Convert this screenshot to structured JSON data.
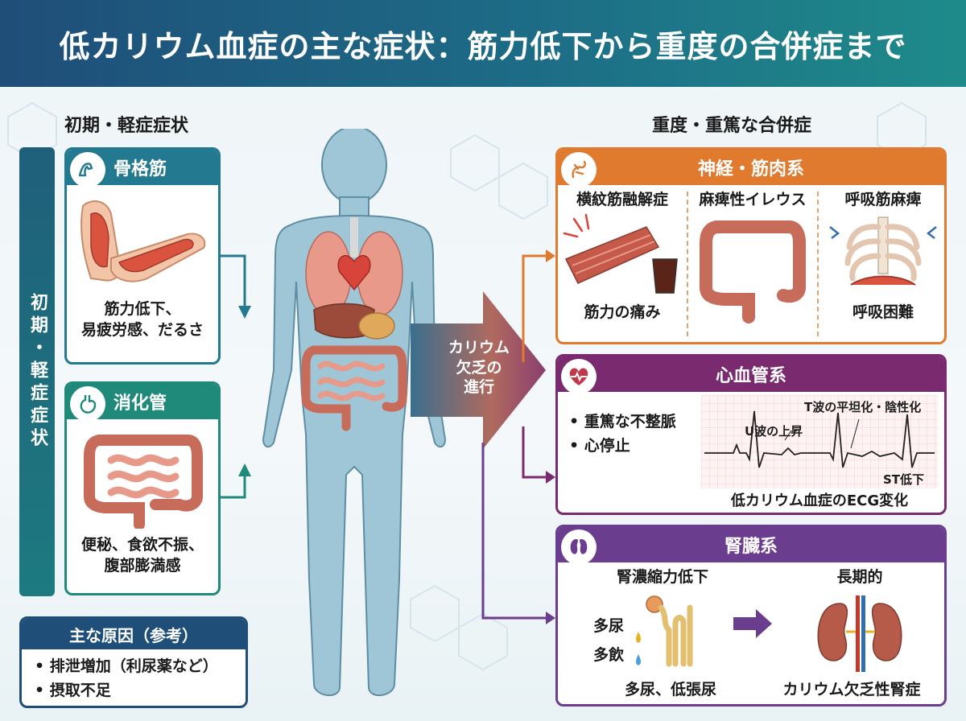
{
  "title": "低カリウム血症の主な症状：筋力低下から重度の合併症まで",
  "left_heading": "初期・軽症症状",
  "left_vertical_label": "初期・軽症症状",
  "right_heading": "重度・重篤な合併症",
  "skeletal": {
    "title": "骨格筋",
    "symptom_line1": "筋力低下、",
    "symptom_line2": "易疲労感、だるさ"
  },
  "digestive": {
    "title": "消化管",
    "symptom_line1": "便秘、食欲不振、",
    "symptom_line2": "腹部膨満感"
  },
  "causes": {
    "title": "主な原因（参考）",
    "items": [
      "• 排泄増加（利尿薬など）",
      "• 摂取不足"
    ]
  },
  "progress_arrow": {
    "line1": "カリウム",
    "line2": "欠乏の",
    "line3": "進行"
  },
  "neuro": {
    "title": "神経・筋肉系",
    "items": [
      {
        "label": "横紋筋融解症",
        "caption": "筋力の痛み"
      },
      {
        "label": "麻痺性イレウス",
        "caption": ""
      },
      {
        "label": "呼吸筋麻痺",
        "caption": "呼吸困難"
      }
    ]
  },
  "cardio": {
    "title": "心血管系",
    "bullets": [
      "• 重篤な不整脈",
      "• 心停止"
    ],
    "ecg_labels": {
      "t_wave": "T波の平坦化・陰性化",
      "u_wave": "U波の上昇",
      "st": "ST低下"
    },
    "ecg_caption": "低カリウム血症のECG変化"
  },
  "renal": {
    "title": "腎臓系",
    "left_heading": "腎濃縮力低下",
    "left_items": [
      "多尿",
      "多飲"
    ],
    "left_caption": "多尿、低張尿",
    "right_heading": "長期的",
    "right_caption": "カリウム欠乏性腎症"
  },
  "colors": {
    "header_start": "#1f4e79",
    "header_end": "#1e8b8a",
    "skeletal": "#23798f",
    "digestive": "#1f8a7a",
    "neuro": "#e07a2e",
    "cardio": "#7a2a6e",
    "renal": "#6a3d8f",
    "body": "#9fc6d6"
  }
}
